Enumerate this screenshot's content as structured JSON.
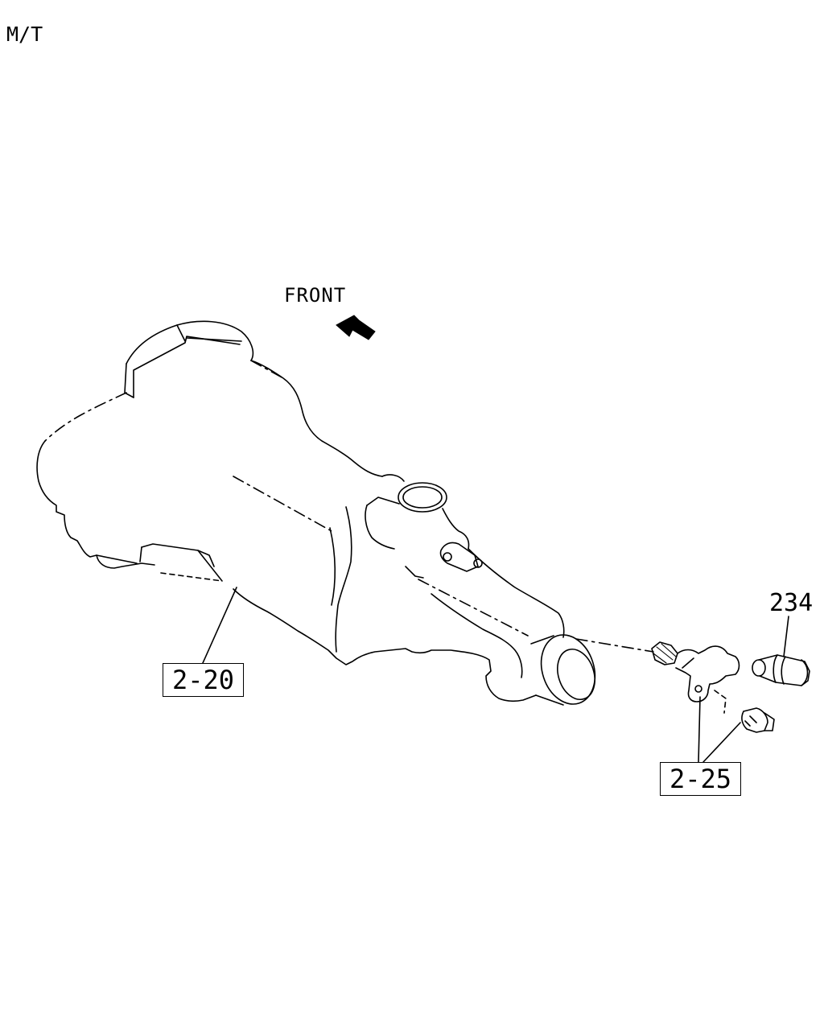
{
  "diagram": {
    "title": "M/T",
    "direction_label": "FRONT",
    "callouts": {
      "part_number": "234"
    },
    "references": {
      "transmission_ref": "2-20",
      "speedometer_ref": "2-25"
    }
  }
}
